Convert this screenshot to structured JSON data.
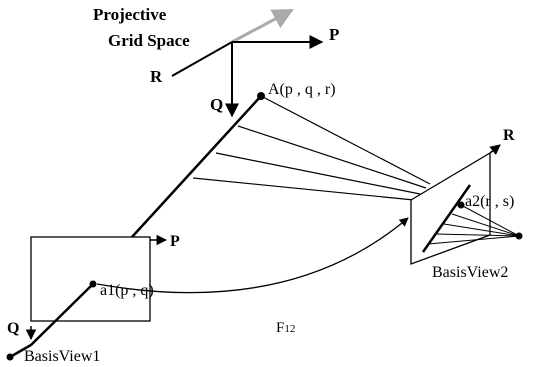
{
  "title_line1": "Projective",
  "title_line2": "Grid Space",
  "axis_labels": {
    "grid_p": "P",
    "grid_q": "Q",
    "grid_r": "R",
    "view1_p": "P",
    "view1_q": "Q",
    "view2_r": "R"
  },
  "points": {
    "A": "A(p , q , r)",
    "a1": "a1(p , q)",
    "a2": "a2(r , s)"
  },
  "views": {
    "view1": "BasisView1",
    "view2": "BasisView2"
  },
  "transform": {
    "name": "F",
    "subscript": "12"
  },
  "colors": {
    "ink": "#000000",
    "ghost_axis": "#aaaaaa"
  }
}
